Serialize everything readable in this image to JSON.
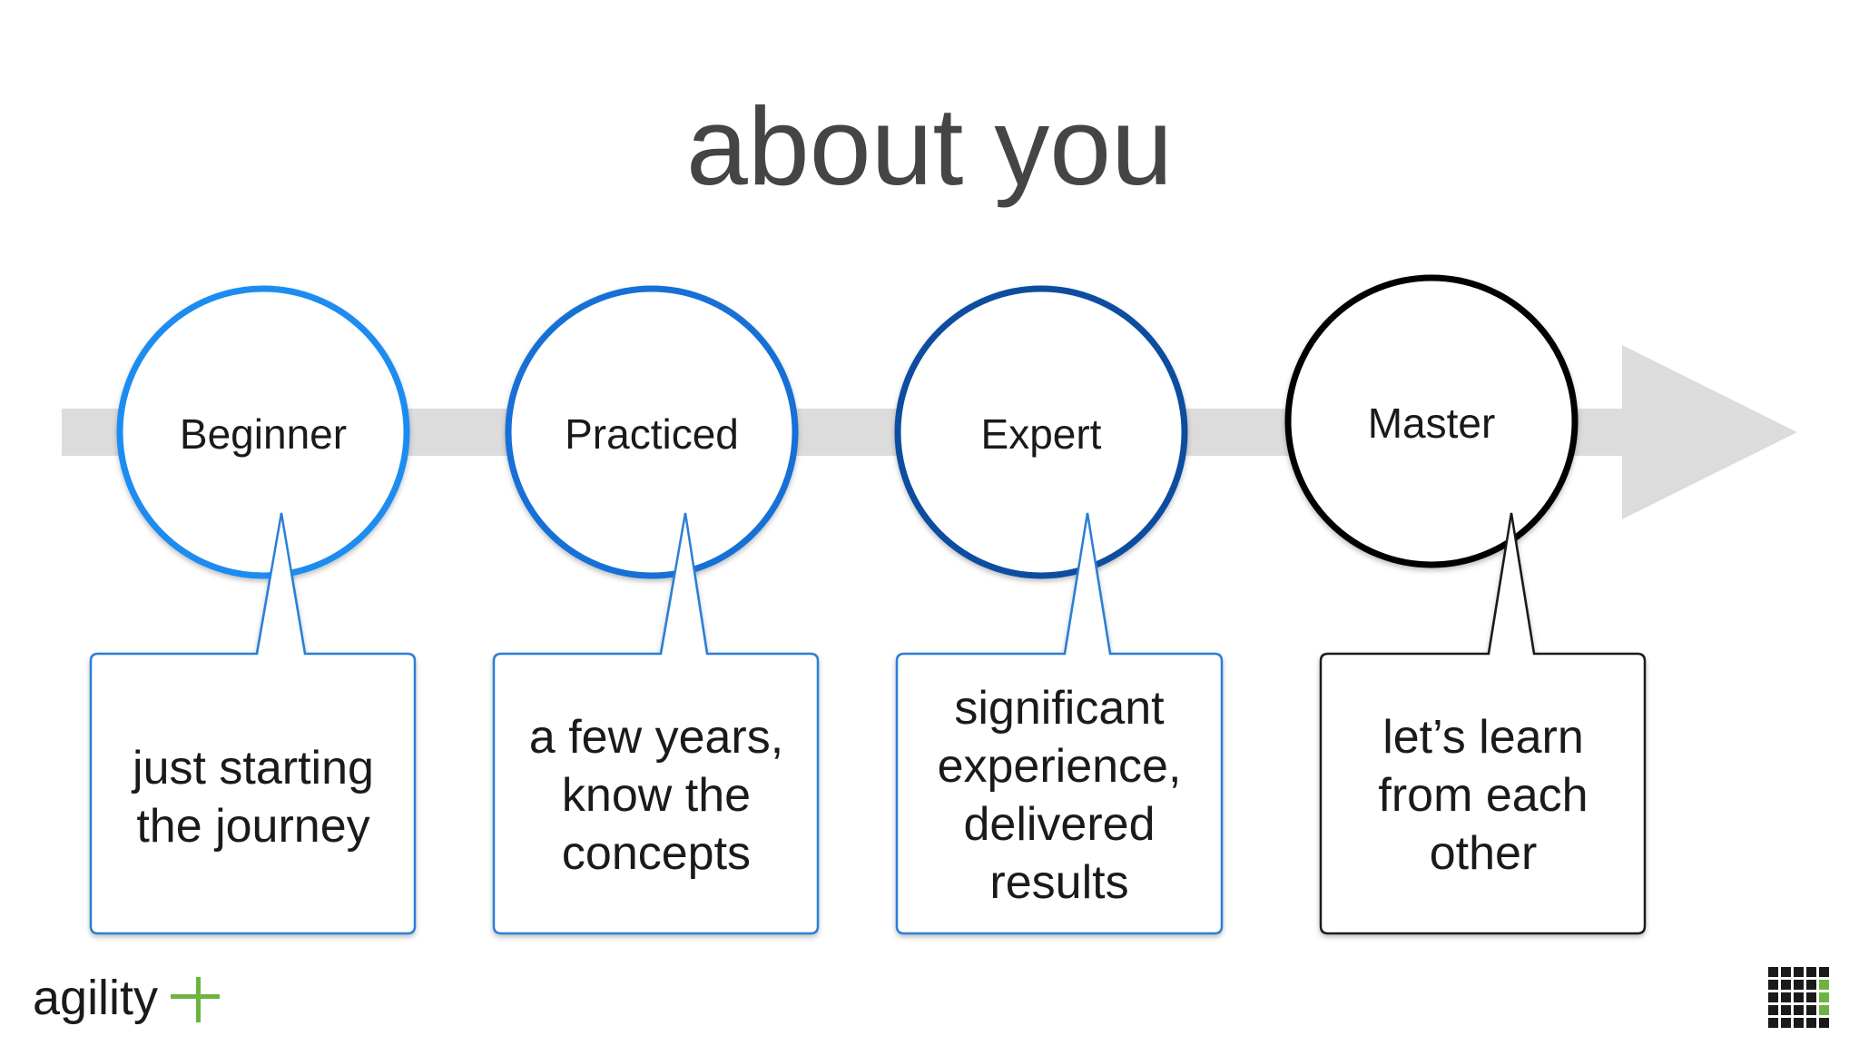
{
  "title": "about you",
  "stages": [
    {
      "label": "Beginner",
      "description": [
        "just starting",
        "the journey"
      ],
      "color": "#1a8cf0"
    },
    {
      "label": "Practiced",
      "description": [
        "a few years,",
        "know the",
        "concepts"
      ],
      "color": "#166fd6"
    },
    {
      "label": "Expert",
      "description": [
        "significant",
        "experience,",
        "delivered",
        "results"
      ],
      "color": "#0b4ea0"
    },
    {
      "label": "Master",
      "description": [
        "let’s learn",
        "from each",
        "other"
      ],
      "color": "#000000"
    }
  ],
  "colors": {
    "arrow": "#dcdcdc",
    "callout_border": "#2b7fd6",
    "callout_border_master": "#1a1a1a",
    "logo_plus": "#6db33f"
  },
  "brand": {
    "logo_text": "agility"
  }
}
